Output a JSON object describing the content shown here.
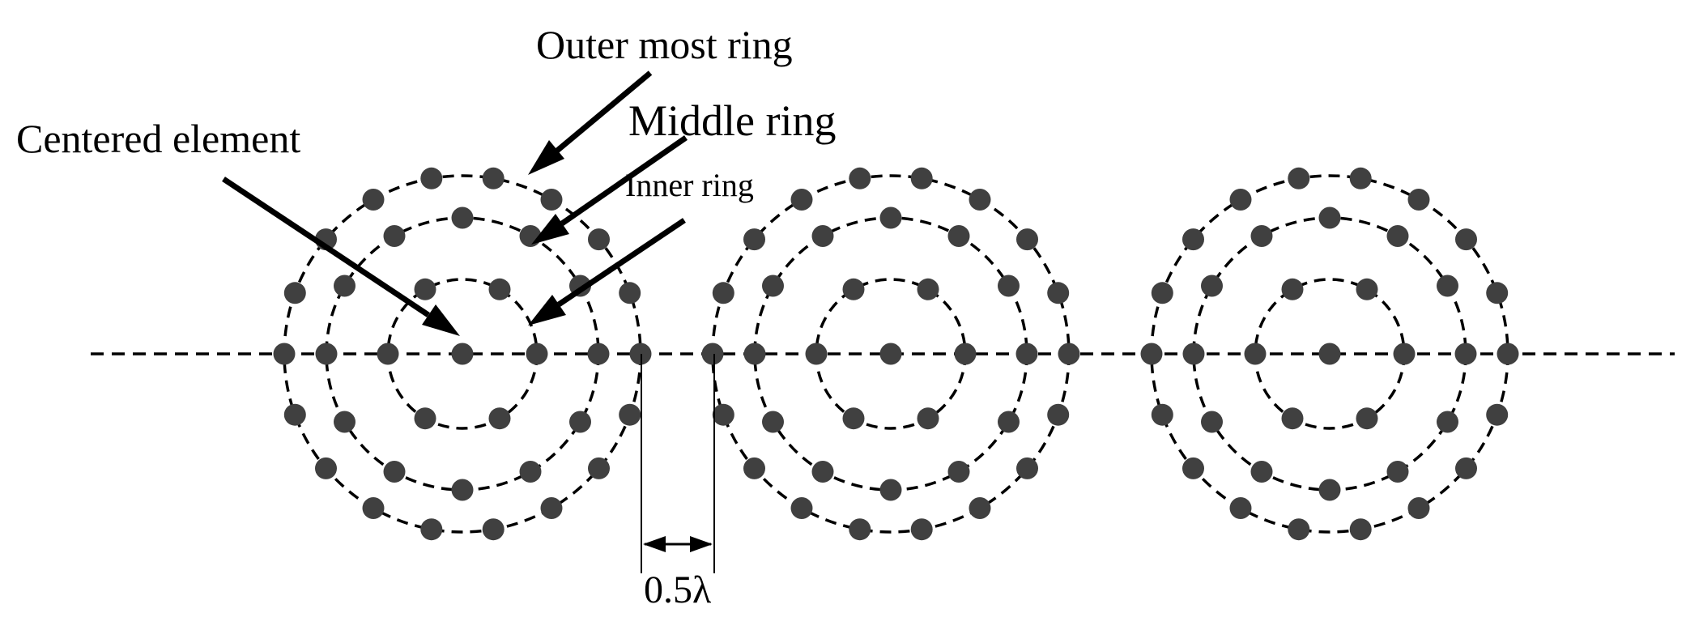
{
  "labels": {
    "outer_ring": "Outer most ring",
    "middle_ring": "Middle ring",
    "inner_ring": "Inner ring",
    "centered_element": "Centered element",
    "spacing": "0.5λ"
  },
  "arrays": [
    {
      "name": "left-array",
      "center_element": true,
      "rings": [
        {
          "name": "inner-ring",
          "elements": 6
        },
        {
          "name": "middle-ring",
          "elements": 12
        },
        {
          "name": "outer-ring",
          "elements": 18
        }
      ]
    },
    {
      "name": "middle-array",
      "center_element": true,
      "rings": [
        {
          "name": "inner-ring",
          "elements": 6
        },
        {
          "name": "middle-ring",
          "elements": 12
        },
        {
          "name": "outer-ring",
          "elements": 18
        }
      ]
    },
    {
      "name": "right-array",
      "center_element": true,
      "rings": [
        {
          "name": "inner-ring",
          "elements": 6
        },
        {
          "name": "middle-ring",
          "elements": 12
        },
        {
          "name": "outer-ring",
          "elements": 18
        }
      ]
    }
  ],
  "colors": {
    "element": "#404040",
    "line": "#000000",
    "background": "#ffffff"
  }
}
